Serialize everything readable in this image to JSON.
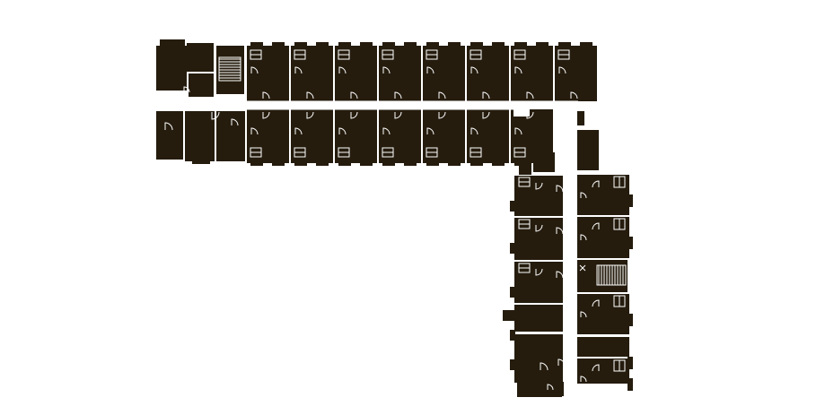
{
  "colors": {
    "background": "#ffffff",
    "room_fill": "#251c0e",
    "line": "#ffffff"
  },
  "plan": {
    "north_wing": {
      "north_row_rooms": 8,
      "south_row_rooms": 7
    },
    "east_wing": {
      "west_column_rooms": 5,
      "east_column_rooms": 5
    },
    "stairs": 2
  }
}
